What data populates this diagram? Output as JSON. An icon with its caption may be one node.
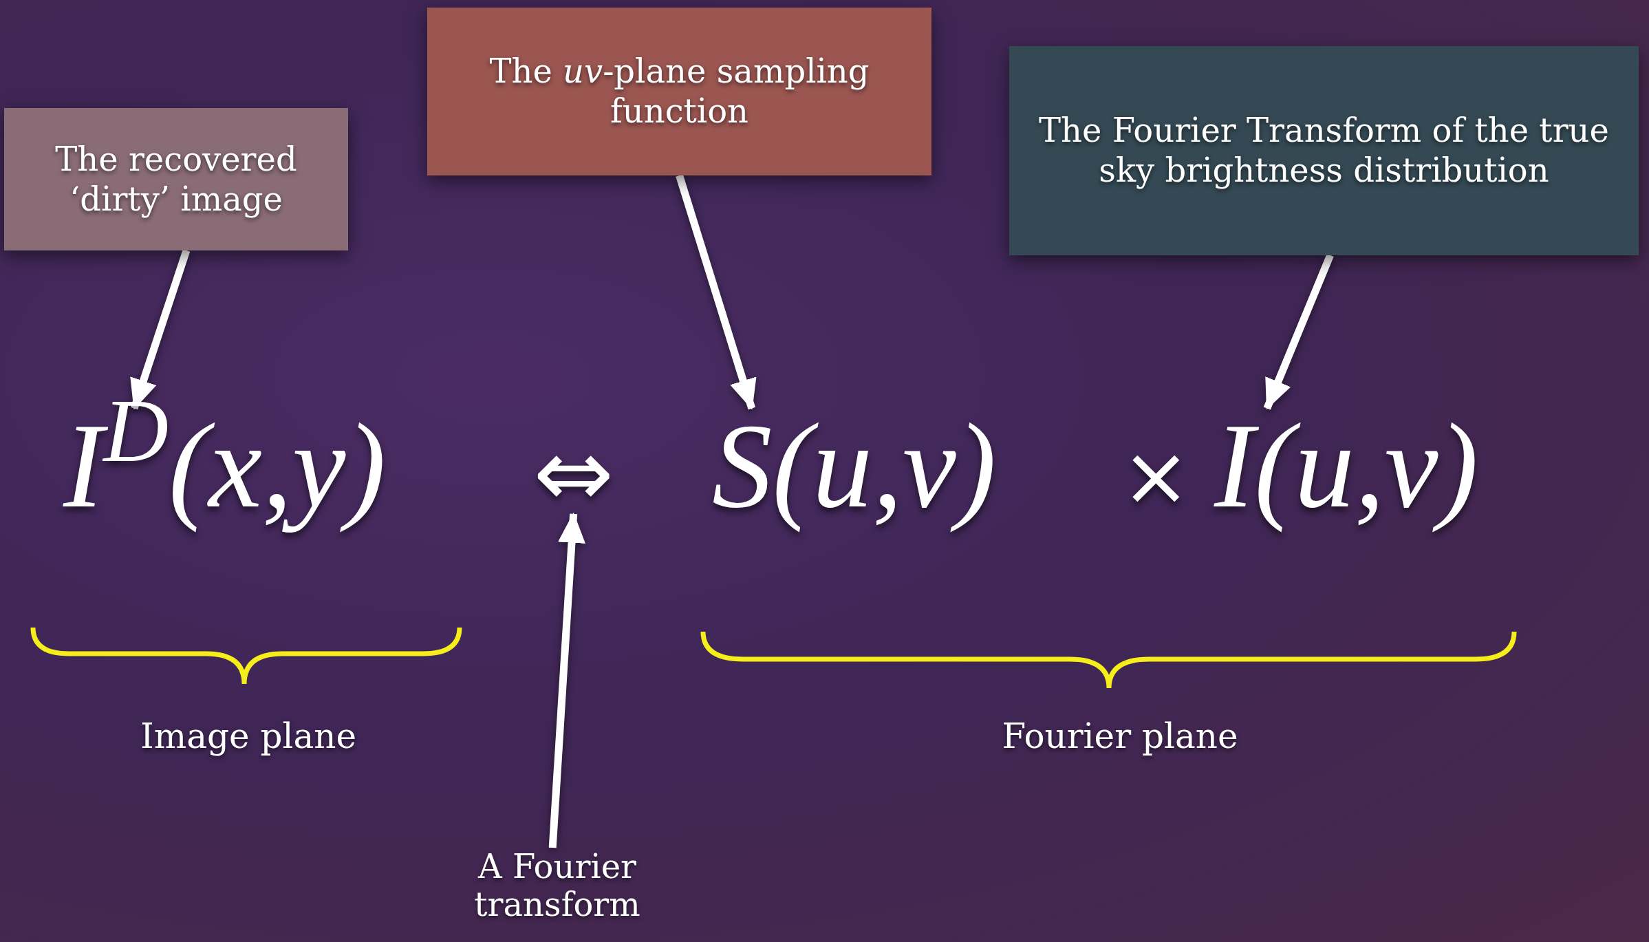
{
  "diagram": {
    "nodes": [
      {
        "text": [
          "The recovered ‘dirty’ image"
        ]
      },
      {
        "text": [
          "The *uv*-plane sampling function"
        ]
      },
      {
        "text": [
          "The Fourier Transform of the true sky brightness distribution"
        ]
      },
      {
        "text": [
          "I$^{D}$(x,y)"
        ]
      },
      {
        "text": [
          "⇔"
        ]
      },
      {
        "text": [
          "S(u,v)"
        ]
      },
      {
        "text": [
          "I(u,v)"
        ]
      },
      {
        "text": [
          "A Fourier transform"
        ]
      }
    ],
    "edges": [
      {
        "from": 0,
        "to": 3,
        "arrow": "to"
      },
      {
        "from": 1,
        "to": 5,
        "arrow": "to"
      },
      {
        "from": 2,
        "to": 6,
        "arrow": "to"
      },
      {
        "from": 7,
        "to": 4,
        "arrow": "to"
      }
    ],
    "labels": [
      "×",
      "Image plane",
      "Fourier plane"
    ]
  }
}
